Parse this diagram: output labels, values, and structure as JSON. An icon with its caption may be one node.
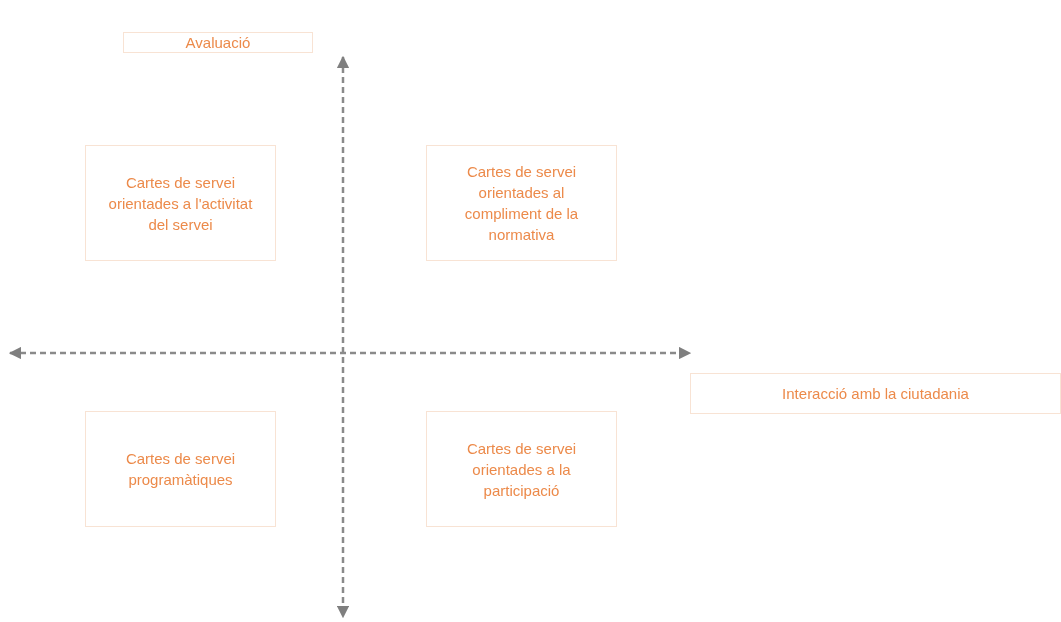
{
  "diagram": {
    "nodes": [
      {
        "text": [
          "Avaluació"
        ]
      },
      {
        "text": [
          "Cartes de servei orientades a l'activitat del servei"
        ]
      },
      {
        "text": [
          "Cartes de servei orientades al compliment de la normativa"
        ]
      },
      {
        "text": [
          "Interacció amb la ciutadania"
        ]
      },
      {
        "text": [
          "Cartes de servei programàtiques"
        ]
      },
      {
        "text": [
          "Cartes de servei orientades a la participació"
        ]
      }
    ]
  }
}
